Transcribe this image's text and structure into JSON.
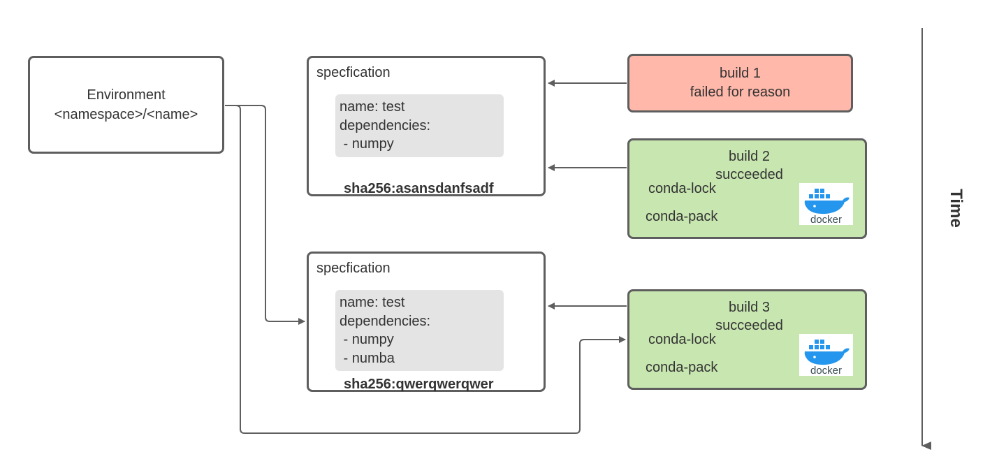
{
  "environment": {
    "title": "Environment",
    "subtitle": "<namespace>/<name>"
  },
  "specifications": [
    {
      "title": "specfication",
      "code_lines": [
        "name: test",
        "dependencies:",
        " - numpy"
      ],
      "sha": "sha256:asansdanfsadf"
    },
    {
      "title": "specfication",
      "code_lines": [
        "name: test",
        "dependencies:",
        " - numpy",
        " - numba"
      ],
      "sha": "sha256:qwerqwerqwer"
    }
  ],
  "builds": [
    {
      "title": "build 1",
      "status": "failed for reason",
      "color": "#ffb8aa"
    },
    {
      "title": "build 2",
      "status": "succeeded",
      "artifacts": [
        "conda-lock",
        "conda-pack"
      ],
      "logo": "docker",
      "color": "#c8e6b0"
    },
    {
      "title": "build 3",
      "status": "succeeded",
      "artifacts": [
        "conda-lock",
        "conda-pack"
      ],
      "logo": "docker",
      "color": "#c8e6b0"
    }
  ],
  "time_axis": {
    "label": "Time"
  },
  "colors": {
    "border": "#5e5e5e",
    "failed": "#ffb8aa",
    "succeeded": "#c8e6b0",
    "code_bg": "#e4e4e4",
    "docker_blue": "#2496ed"
  }
}
